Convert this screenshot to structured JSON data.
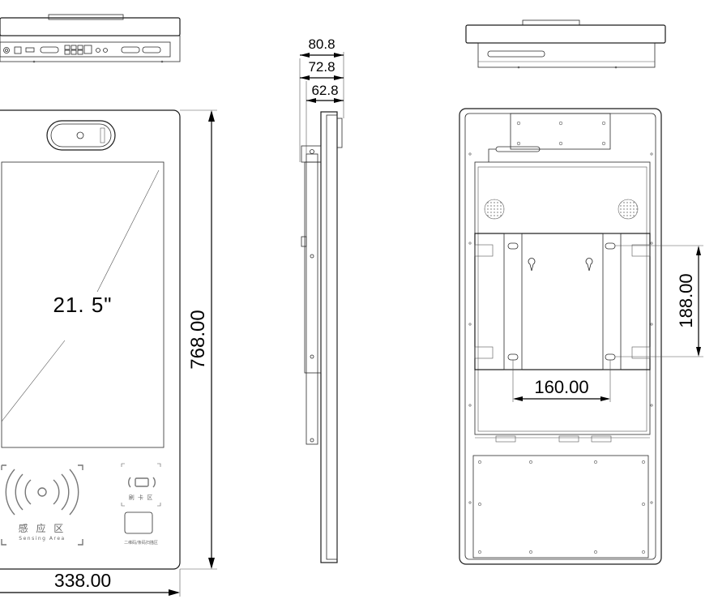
{
  "diagram": {
    "front_view": {
      "screen_size_label": "21. 5\"",
      "width_dim": "338.00",
      "height_dim": "768.00",
      "nfc_zone_label": "感 应 区",
      "nfc_zone_sublabel": "Sensing Area",
      "card_zone_label": "刷 卡 区",
      "qr_zone_label": "二维码/条码扫描区"
    },
    "side_view": {
      "depth_dims": [
        "80.8",
        "72.8",
        "62.8"
      ]
    },
    "rear_view": {
      "vesa_horizontal_dim": "160.00",
      "vesa_vertical_dim": "188.00"
    }
  }
}
